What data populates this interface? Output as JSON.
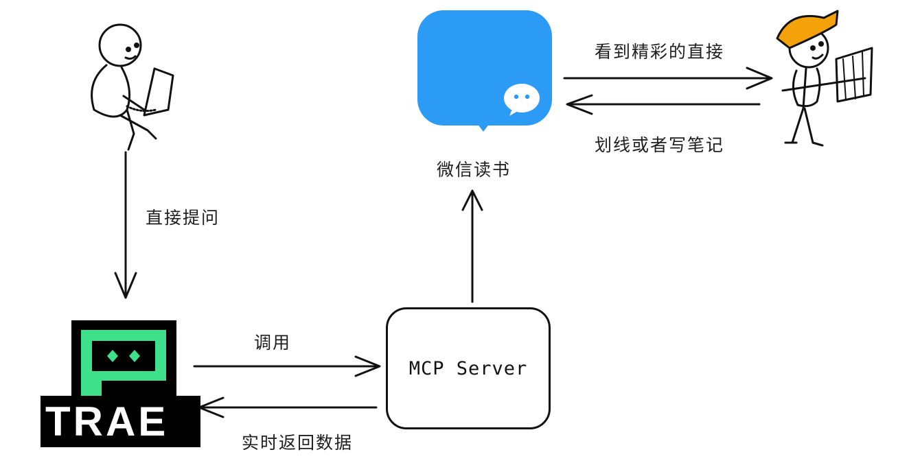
{
  "labels": {
    "ask_directly": "直接提问",
    "call": "调用",
    "realtime_return": "实时返回数据",
    "see_highlight": "看到精彩的直接",
    "underline_or_note": "划线或者写笔记",
    "wechat_read": "微信读书"
  },
  "server": {
    "name": "MCP Server"
  },
  "trae": {
    "name": "TRAE"
  },
  "colors": {
    "wechat_blue": "#2b9bf6",
    "trae_green": "#3ee08a",
    "helmet_yellow": "#f5a20a",
    "stroke": "#111111"
  },
  "icons": {
    "user": "person-with-laptop-icon",
    "reader": "worker-reading-map-icon",
    "wechat": "wechat-read-app-icon",
    "trae": "trae-logo-icon"
  }
}
